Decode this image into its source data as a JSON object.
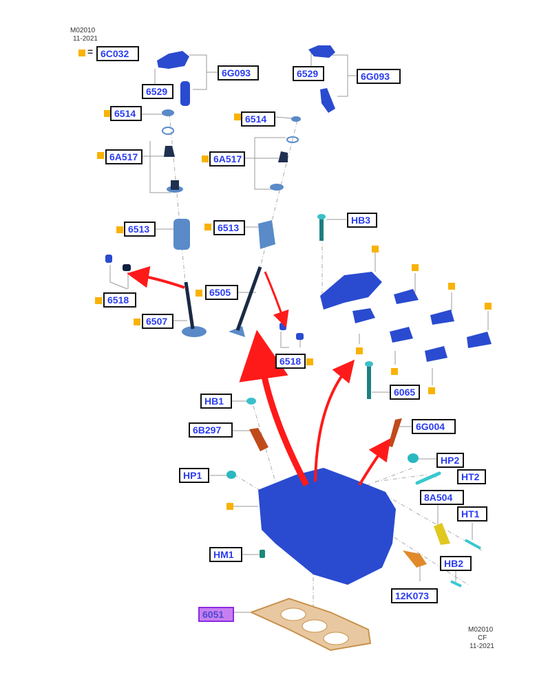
{
  "header": {
    "code": "M02010",
    "date": "11-2021"
  },
  "footer": {
    "code": "M02010",
    "suffix": "CF",
    "date": "11-2021"
  },
  "legend": {
    "marker_color": "#f9b200",
    "equals": "=",
    "part": "6C032"
  },
  "colors": {
    "label_text": "#2a3cf0",
    "label_border": "#111111",
    "arrow": "#ff1a1a",
    "part_blue": "#2a4bd0",
    "gasket": "#c8904a",
    "highlight": "#c77ff0"
  },
  "labels": {
    "rocker_left": "6529",
    "lash_left": "6G093",
    "rocker_right": "6529",
    "lash_right": "6G093",
    "retainer_left": "6514",
    "retainer_right": "6514",
    "seal_left": "6A517",
    "seal_right": "6A517",
    "spring_left": "6513",
    "spring_right": "6513",
    "keys_left": "6518",
    "keys_right": "6518",
    "valve_exhaust": "6505",
    "valve_intake": "6507",
    "bolt_hb3": "HB3",
    "bolt_6065": "6065",
    "hb1": "HB1",
    "sensor_6b297": "6B297",
    "hp1": "HP1",
    "sensor_6g004": "6G004",
    "hp2": "HP2",
    "ht2": "HT2",
    "sensor_8a504": "8A504",
    "ht1": "HT1",
    "hb2": "HB2",
    "housing_12k073": "12K073",
    "hm1": "HM1",
    "gasket_6051": "6051"
  }
}
